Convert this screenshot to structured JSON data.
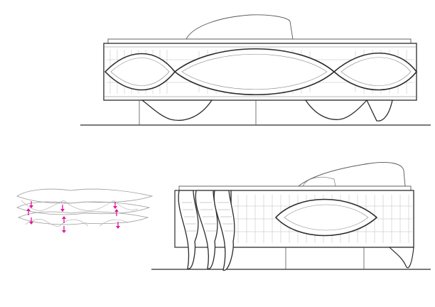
{
  "colors": {
    "background": "#ffffff",
    "line": "#2b2b2b",
    "light_line": "#9a9a9a",
    "hatch": "#b8b8b8",
    "arrow_accent": "#e0179a"
  },
  "drawings": [
    {
      "id": "elevation-top",
      "kind": "building-elevation"
    },
    {
      "id": "elevation-bottom",
      "kind": "building-elevation"
    },
    {
      "id": "structure-diagram",
      "kind": "axonometric-diagram",
      "arrow_count": 9,
      "arrow_icon": "arrow-icon"
    }
  ]
}
